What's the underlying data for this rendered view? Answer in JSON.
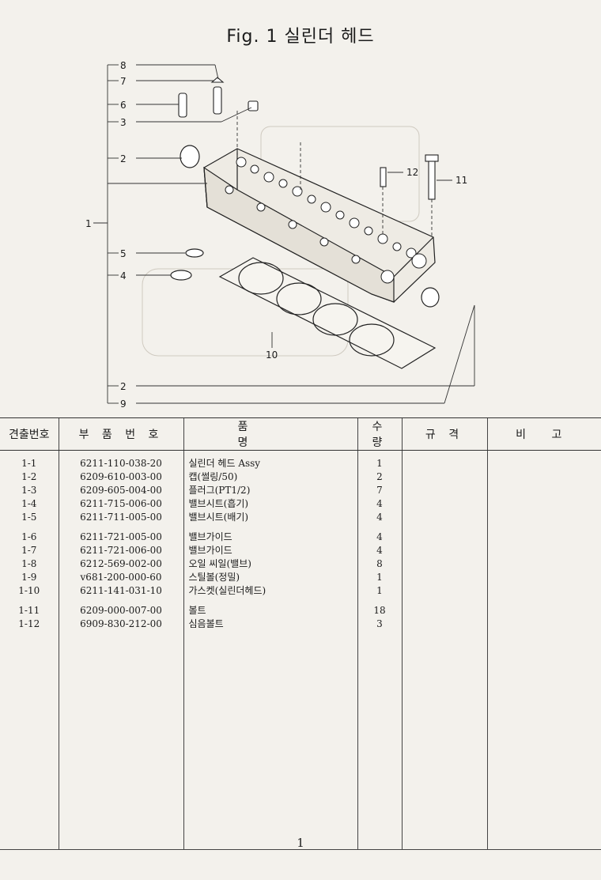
{
  "figure": {
    "title": "Fig. 1   실린더 헤드"
  },
  "diagram": {
    "callouts": [
      "1",
      "2",
      "3",
      "4",
      "5",
      "6",
      "7",
      "8",
      "9",
      "10",
      "11",
      "12"
    ]
  },
  "table": {
    "headers": [
      "견출번호",
      "부 품 번 호",
      "품 명",
      "수 량",
      "규 격",
      "비 고"
    ],
    "rows": [
      {
        "no": "1-1",
        "part": "6211-110-038-20",
        "name": "실린더 헤드 Assy",
        "qty": "1"
      },
      {
        "no": "1-2",
        "part": "6209-610-003-00",
        "name": "캡(썰링/50)",
        "qty": "2"
      },
      {
        "no": "1-3",
        "part": "6209-605-004-00",
        "name": "플러그(PT1/2)",
        "qty": "7"
      },
      {
        "no": "1-4",
        "part": "6211-715-006-00",
        "name": "밸브시트(흡기)",
        "qty": "4"
      },
      {
        "no": "1-5",
        "part": "6211-711-005-00",
        "name": "밸브시트(배기)",
        "qty": "4"
      },
      {
        "no": "1-6",
        "part": "6211-721-005-00",
        "name": "밸브가이드",
        "qty": "4"
      },
      {
        "no": "1-7",
        "part": "6211-721-006-00",
        "name": "밸브가이드",
        "qty": "4"
      },
      {
        "no": "1-8",
        "part": "6212-569-002-00",
        "name": "오일 씨일(밸브)",
        "qty": "8"
      },
      {
        "no": "1-9",
        "part": "v681-200-000-60",
        "name": "스틸볼(정밀)",
        "qty": "1"
      },
      {
        "no": "1-10",
        "part": "6211-141-031-10",
        "name": "가스켓(실린더헤드)",
        "qty": "1"
      },
      {
        "no": "1-11",
        "part": "6209-000-007-00",
        "name": "볼트",
        "qty": "18"
      },
      {
        "no": "1-12",
        "part": "6909-830-212-00",
        "name": "심음볼트",
        "qty": "3"
      }
    ]
  },
  "page_number": "1"
}
